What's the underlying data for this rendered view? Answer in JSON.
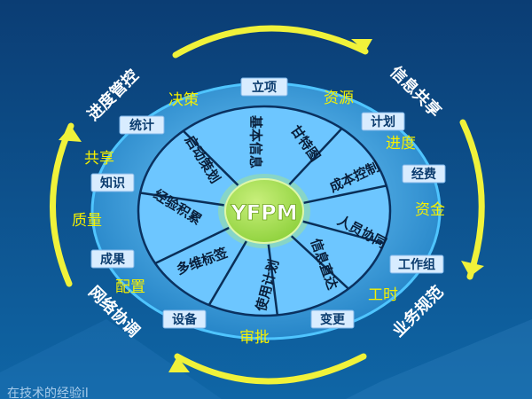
{
  "center": {
    "label": "YFPM"
  },
  "inner_segments": [
    {
      "label": "基本信息"
    },
    {
      "label": "甘特图"
    },
    {
      "label": "成本控制"
    },
    {
      "label": "人员协同"
    },
    {
      "label": "信息直达"
    },
    {
      "label": "使用计划"
    },
    {
      "label": "多维标签"
    },
    {
      "label": "经验积累"
    },
    {
      "label": "启动策划"
    }
  ],
  "ring_tags": [
    {
      "label": "立项"
    },
    {
      "label": "计划"
    },
    {
      "label": "经费"
    },
    {
      "label": "工作组"
    },
    {
      "label": "变更"
    },
    {
      "label": "设备"
    },
    {
      "label": "成果"
    },
    {
      "label": "知识"
    },
    {
      "label": "统计"
    }
  ],
  "ring_words": [
    {
      "label": "决策"
    },
    {
      "label": "资源"
    },
    {
      "label": "进度"
    },
    {
      "label": "资金"
    },
    {
      "label": "工时"
    },
    {
      "label": "审批"
    },
    {
      "label": "配置"
    },
    {
      "label": "质量"
    },
    {
      "label": "共享"
    }
  ],
  "corner_labels": [
    {
      "label": "进度管控"
    },
    {
      "label": "信息共享"
    },
    {
      "label": "业务规范"
    },
    {
      "label": "网络协调"
    }
  ],
  "footer_text": "在技术的经验il",
  "colors": {
    "background_top": "#0b3d74",
    "background_bottom": "#0f66a6",
    "ring_fill": "#1f7fc3",
    "ring_edge": "#5fd0ff",
    "inner_fill": "#76c8ff",
    "center_fill": "#8ed13c",
    "tag_fill": "#d8ecff",
    "tag_text": "#0b3c6e",
    "word_color": "#f5f000",
    "arrow_color": "#f0f23a",
    "corner_text": "#ffffff"
  }
}
